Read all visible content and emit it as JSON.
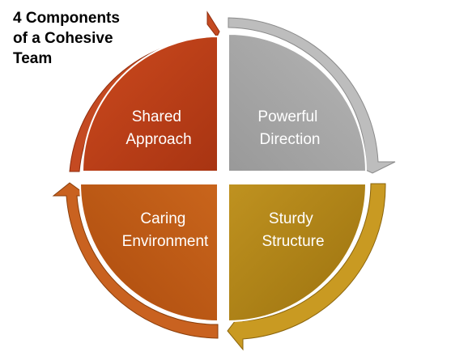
{
  "title": {
    "lines": [
      "4 Components",
      "of a Cohesive",
      "Team"
    ]
  },
  "quadrants": [
    {
      "id": "shared-approach",
      "position": "top-left",
      "lines": [
        "Shared",
        "Approach"
      ],
      "color": "#b73b17",
      "arrow_color": "#c2461f"
    },
    {
      "id": "powerful-direction",
      "position": "top-right",
      "lines": [
        "Powerful",
        "Direction"
      ],
      "color": "#a6a6a6",
      "arrow_color": "#b8b8b8"
    },
    {
      "id": "sturdy-structure",
      "position": "bottom-right",
      "lines": [
        "Sturdy",
        "Structure"
      ],
      "color": "#b08314",
      "arrow_color": "#c1951e"
    },
    {
      "id": "caring-environment",
      "position": "bottom-left",
      "lines": [
        "Caring",
        "Environment"
      ],
      "color": "#bb5712",
      "arrow_color": "#c8631a"
    }
  ]
}
